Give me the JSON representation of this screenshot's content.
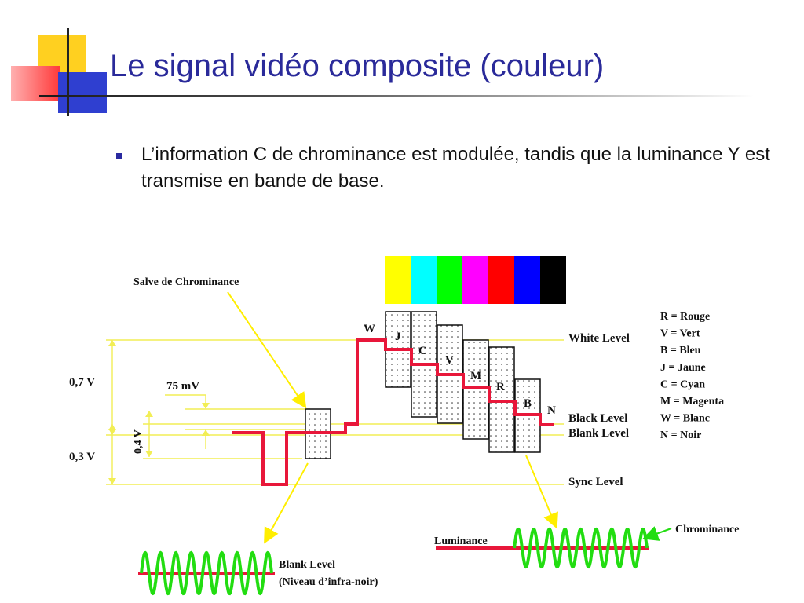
{
  "slide": {
    "title": "Le signal vidéo composite (couleur)",
    "bullet": "L’information C de chrominance est modulée, tandis que la luminance Y est transmise en bande de base."
  },
  "diagram": {
    "chroma_burst_label": "Salve de Chrominance",
    "v07": "0,7 V",
    "v03": "0,3 V",
    "v04": "0,4 V",
    "mv75": "75 mV",
    "levels": {
      "white": "White Level",
      "black": "Black Level",
      "blank": "Blank Level",
      "sync": "Sync Level"
    },
    "bar_letters": [
      "W",
      "J",
      "C",
      "V",
      "M",
      "R",
      "B",
      "N"
    ],
    "color_bars": [
      "#ffff00",
      "#00ffff",
      "#00ff00",
      "#ff00ff",
      "#ff0000",
      "#0000ff",
      "#000000"
    ],
    "legend": [
      "R = Rouge",
      "V = Vert",
      "B = Bleu",
      "J = Jaune",
      "C = Cyan",
      "M = Magenta",
      "W = Blanc",
      "N = Noir"
    ],
    "bottom_left_line1": "Blank Level",
    "bottom_left_line2": "(Niveau d’infra-noir)",
    "luminance_label": "Luminance",
    "chrominance_label": "Chrominance",
    "colors": {
      "signal": "#e8173a",
      "guide": "#ffff33",
      "wave": "#22dd11",
      "arrow": "#ffee00"
    }
  }
}
